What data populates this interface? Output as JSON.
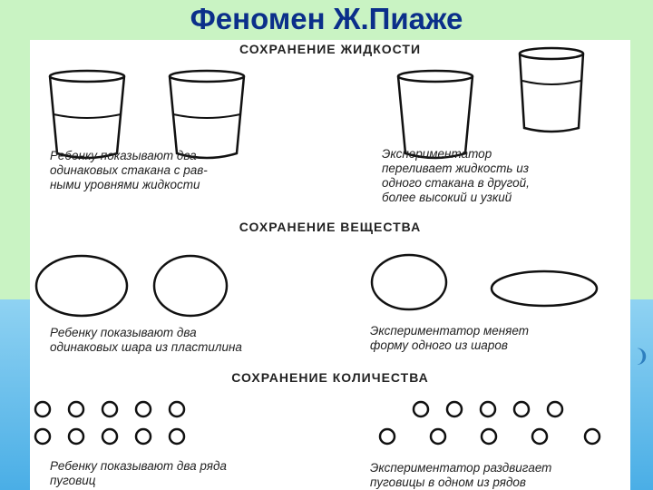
{
  "slide": {
    "title": "Феномен Ж.Пиаже"
  },
  "sections": {
    "liquid": {
      "heading": "СОХРАНЕНИЕ ЖИДКОСТИ",
      "caption_left": "Ребенку показывают два\nодинаковых стакана с рав-\nными уровнями жидкости",
      "caption_right": "Экспериментатор\nпереливает жидкость из\nодного стакана в другой,\nболее высокий и узкий"
    },
    "substance": {
      "heading": "СОХРАНЕНИЕ ВЕЩЕСТВА",
      "caption_left": "Ребенку показывают два\nодинаковых шара из пластилина",
      "caption_right": "Экспериментатор меняет\nформу одного из шаров"
    },
    "quantity": {
      "heading": "СОХРАНЕНИЕ КОЛИЧЕСТВА",
      "caption_left": "Ребенку показывают два ряда\nпуговиц",
      "caption_right": "Экспериментатор раздвигает\nпуговицы в одном из рядов"
    }
  },
  "icons": {
    "swirl": "swirl-decoration-icon"
  }
}
